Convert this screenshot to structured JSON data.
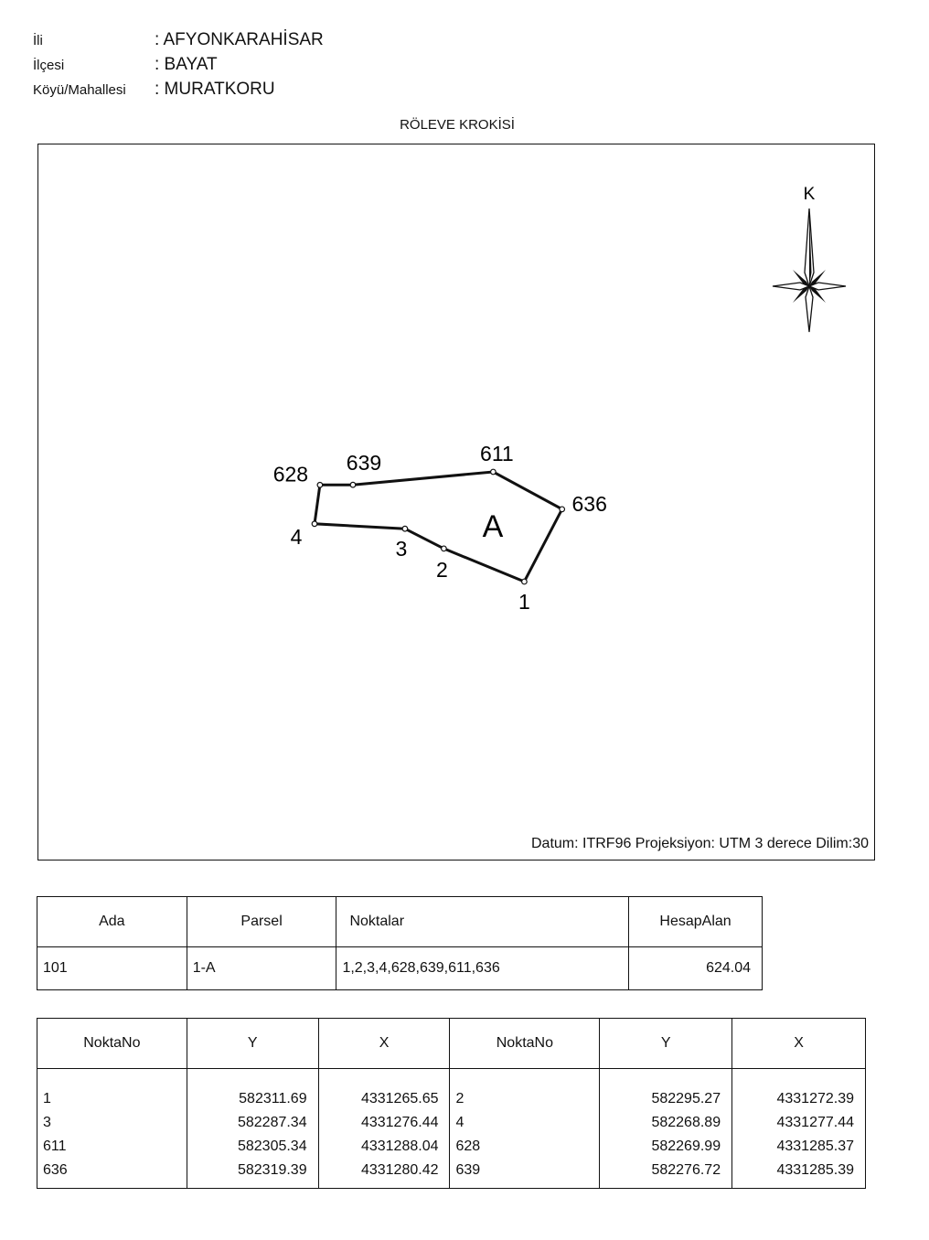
{
  "header": {
    "il_label": "İli",
    "il_value": ": AFYONKARAHİSAR",
    "ilce_label": "İlçesi",
    "ilce_value": ": BAYAT",
    "koy_label": "Köyü/Mahallesi",
    "koy_value": ": MURATKORU"
  },
  "title": "RÖLEVE KROKİSİ",
  "sketch": {
    "north_label": "K",
    "parcel_label": "A",
    "datum": "Datum: ITRF96 Projeksiyon: UTM 3 derece Dilim:30",
    "points": [
      {
        "no": "1",
        "y": 582311.69,
        "x": 4331265.65
      },
      {
        "no": "2",
        "y": 582295.27,
        "x": 4331272.39
      },
      {
        "no": "3",
        "y": 582287.34,
        "x": 4331276.44
      },
      {
        "no": "4",
        "y": 582268.89,
        "x": 4331277.44
      },
      {
        "no": "628",
        "y": 582269.99,
        "x": 4331285.37
      },
      {
        "no": "639",
        "y": 582276.72,
        "x": 4331285.39
      },
      {
        "no": "611",
        "y": 582305.34,
        "x": 4331288.04
      },
      {
        "no": "636",
        "y": 582319.39,
        "x": 4331280.42
      }
    ]
  },
  "parcel_table": {
    "headers": [
      "Ada",
      "Parsel",
      "Noktalar",
      "HesapAlan"
    ],
    "row": {
      "ada": "101",
      "parsel": "1-A",
      "noktalar": "1,2,3,4,628,639,611,636",
      "alan": "624.04"
    }
  },
  "coord_table": {
    "headers": [
      "NoktaNo",
      "Y",
      "X",
      "NoktaNo",
      "Y",
      "X"
    ],
    "left": {
      "no": [
        "1",
        "3",
        "611",
        "636"
      ],
      "y": [
        "582311.69",
        "582287.34",
        "582305.34",
        "582319.39"
      ],
      "x": [
        "4331265.65",
        "4331276.44",
        "4331288.04",
        "4331280.42"
      ]
    },
    "right": {
      "no": [
        "2",
        "4",
        "628",
        "639"
      ],
      "y": [
        "582295.27",
        "582268.89",
        "582269.99",
        "582276.72"
      ],
      "x": [
        "4331272.39",
        "4331277.44",
        "4331285.37",
        "4331285.39"
      ]
    }
  }
}
